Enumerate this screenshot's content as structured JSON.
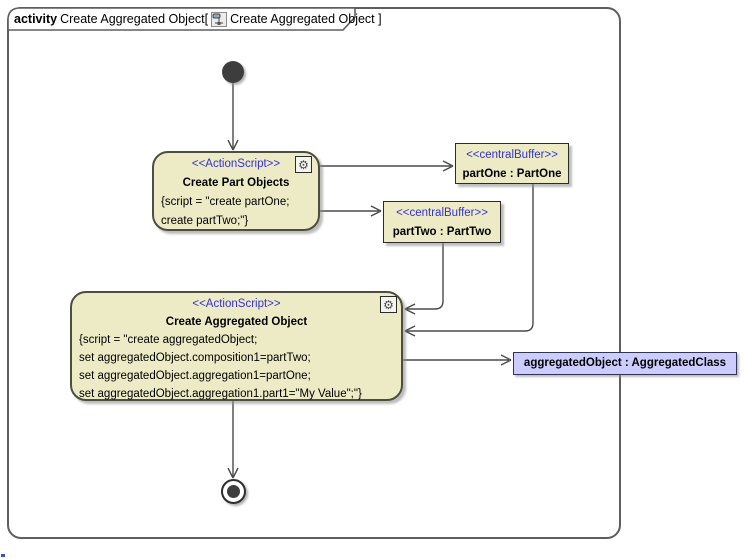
{
  "frame": {
    "keyword": "activity",
    "title_before_icon": "Create Aggregated Object[",
    "title_after_icon": "Create Aggregated Object ]"
  },
  "icons": {
    "gear": "⚙",
    "header_diagram_icon": "activity-diagram-icon"
  },
  "colors": {
    "node_fill": "#EDEBC6",
    "object_fill": "#CCCCFF",
    "stereotype_text": "#3333CC",
    "edge_line": "#4A4A4A",
    "frame_border": "#5E5E5E",
    "node_border": "#4E4E3E"
  },
  "nodes": {
    "initial": {
      "type": "initial-node"
    },
    "action_create_part_objects": {
      "stereotype": "<<ActionScript>>",
      "name": "Create Part Objects",
      "script": [
        "{script = \"create partOne;",
        "create partTwo;\"}"
      ]
    },
    "buffer_part_one": {
      "stereotype": "<<centralBuffer>>",
      "name": "partOne : PartOne"
    },
    "buffer_part_two": {
      "stereotype": "<<centralBuffer>>",
      "name": "partTwo : PartTwo"
    },
    "action_create_aggregated_object": {
      "stereotype": "<<ActionScript>>",
      "name": "Create Aggregated Object",
      "script": [
        "{script = \"create aggregatedObject;",
        "set aggregatedObject.composition1=partTwo;",
        "set aggregatedObject.aggregation1=partOne;",
        "set aggregatedObject.aggregation1.part1=\"My Value\";\"}"
      ]
    },
    "object_aggregated": {
      "name": "aggregatedObject : AggregatedClass"
    },
    "final": {
      "type": "activity-final-node"
    }
  },
  "edges": [
    {
      "from": "initial",
      "to": "action_create_part_objects"
    },
    {
      "from": "action_create_part_objects",
      "to": "buffer_part_one"
    },
    {
      "from": "action_create_part_objects",
      "to": "buffer_part_two"
    },
    {
      "from": "buffer_part_two",
      "to": "action_create_aggregated_object"
    },
    {
      "from": "buffer_part_one",
      "to": "action_create_aggregated_object"
    },
    {
      "from": "action_create_aggregated_object",
      "to": "object_aggregated"
    },
    {
      "from": "action_create_aggregated_object",
      "to": "final"
    }
  ]
}
